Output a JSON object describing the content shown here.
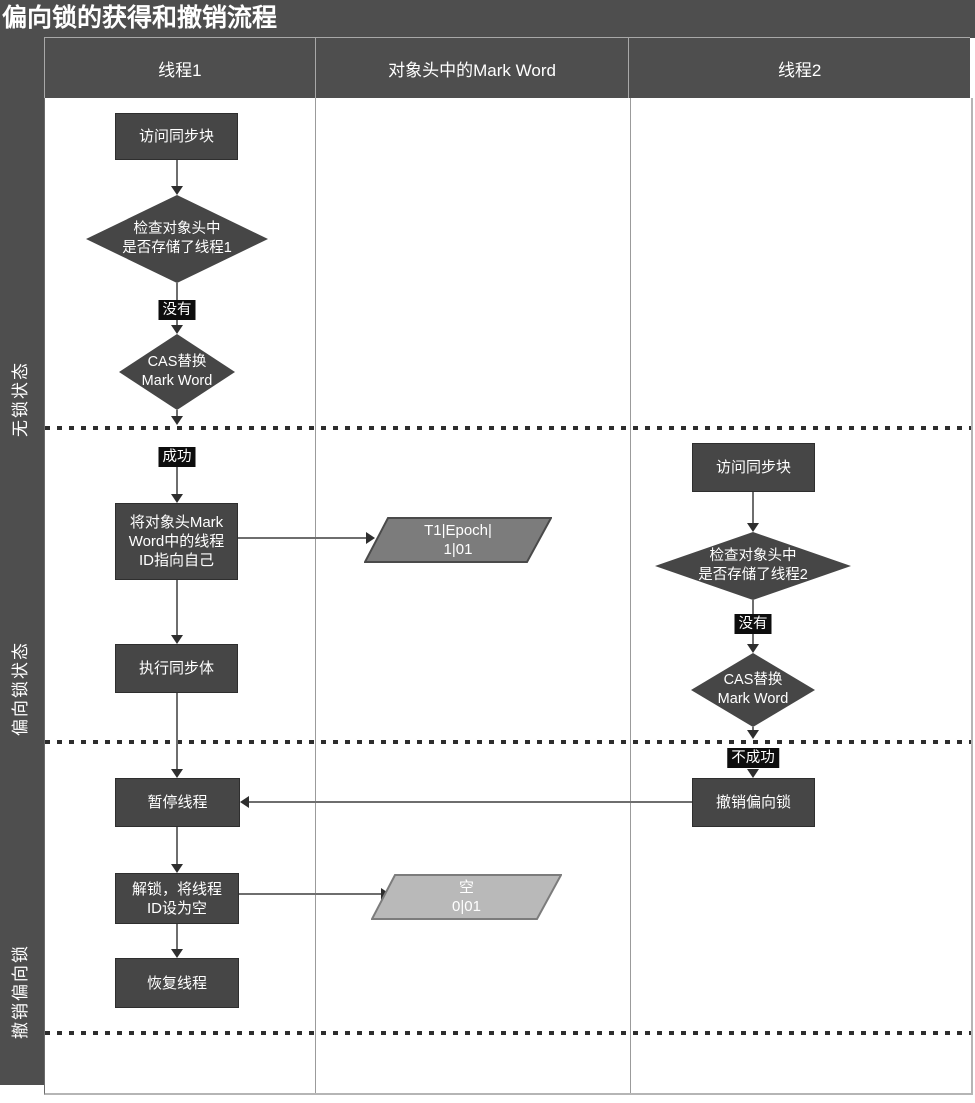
{
  "title": "偏向锁的获得和撤销流程",
  "lanes": {
    "thread1": "线程1",
    "markword": "对象头中的Mark Word",
    "thread2": "线程2"
  },
  "phases": {
    "lock_free": "无锁状态",
    "biased": "偏向锁状态",
    "revoke": "撤销偏向锁"
  },
  "thread1": {
    "visit": "访问同步块",
    "check_line1": "检查对象头中",
    "check_line2": "是否存储了线程1",
    "no": "没有",
    "cas_line1": "CAS替换",
    "cas_line2": "Mark Word",
    "success": "成功",
    "set_line1": "将对象头Mark",
    "set_line2": "Word中的线程",
    "set_line3": "ID指向自己",
    "exec": "执行同步体",
    "pause": "暂停线程",
    "unlock_line1": "解锁，将线程",
    "unlock_line2": "ID设为空",
    "resume": "恢复线程"
  },
  "markword": {
    "biased_line1": "T1|Epoch|",
    "biased_line2": "1|01",
    "empty_line1": "空",
    "empty_line2": "0|01"
  },
  "thread2": {
    "visit": "访问同步块",
    "check_line1": "检查对象头中",
    "check_line2": "是否存储了线程2",
    "no": "没有",
    "cas_line1": "CAS替换",
    "cas_line2": "Mark Word",
    "fail": "不成功",
    "revoke": "撤销偏向锁"
  },
  "colors": {
    "bar": "#4e4e4e",
    "node_fill": "#464646",
    "node_border": "#2e2e2e",
    "badge_bg": "#0d0d0d",
    "record_biased_fill": "#7c7c7c",
    "record_empty_fill": "#b9b9b9",
    "connector": "#6e6e6e",
    "lane_line": "#9b9b9b",
    "divider": "#2d2d2d"
  }
}
